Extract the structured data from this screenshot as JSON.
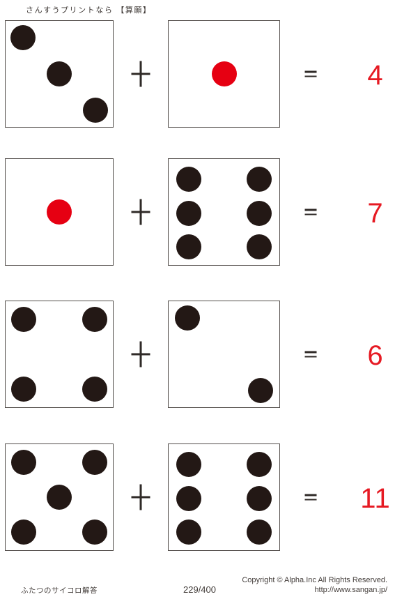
{
  "header": {
    "title": "さんすうプリントなら 【算願】"
  },
  "operators": {
    "plus": "+",
    "equals": "="
  },
  "problems": [
    {
      "die1": {
        "value": 3,
        "color": "black"
      },
      "die2": {
        "value": 1,
        "color": "red"
      },
      "answer": "4"
    },
    {
      "die1": {
        "value": 1,
        "color": "red"
      },
      "die2": {
        "value": 6,
        "color": "black"
      },
      "answer": "7"
    },
    {
      "die1": {
        "value": 4,
        "color": "black"
      },
      "die2": {
        "value": 2,
        "color": "black"
      },
      "answer": "6"
    },
    {
      "die1": {
        "value": 5,
        "color": "black"
      },
      "die2": {
        "value": 6,
        "color": "black"
      },
      "answer": "11"
    }
  ],
  "footer": {
    "worksheet_title": "ふたつのサイコロ解答",
    "page_number": "229/400",
    "copyright": "Copyright ©  Alpha.Inc All Rights Reserved.",
    "url": "http://www.sangan.jp/"
  },
  "colors": {
    "pip_black": "#231815",
    "pip_red": "#e60012",
    "answer_red": "#e61a23",
    "ink": "#2f2a27",
    "border": "#524d4a"
  }
}
